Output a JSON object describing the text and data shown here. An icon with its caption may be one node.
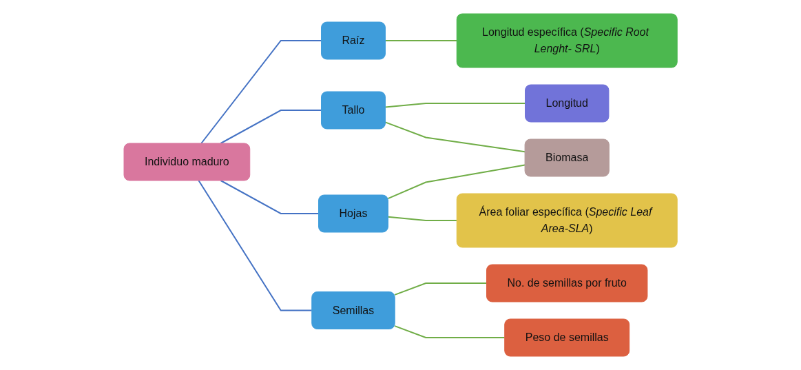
{
  "diagram": {
    "nodes": [
      {
        "text": [
          "Individuo maduro"
        ]
      },
      {
        "text": [
          "Raíz"
        ]
      },
      {
        "text": [
          "Tallo"
        ]
      },
      {
        "text": [
          "Hojas"
        ]
      },
      {
        "text": [
          "Semillas"
        ]
      },
      {
        "text": [
          "Longitud específica (*Specific Root Lenght- SRL*)"
        ]
      },
      {
        "text": [
          "Longitud"
        ]
      },
      {
        "text": [
          "Biomasa"
        ]
      },
      {
        "text": [
          "Área foliar específica (*Specific Leaf Area-SLA*)"
        ]
      },
      {
        "text": [
          "No. de semillas por fruto"
        ]
      },
      {
        "text": [
          "Peso de semillas"
        ]
      }
    ],
    "edges": [
      {
        "from": 0,
        "to": 1,
        "arrow": "none",
        "color": "#4472c4"
      },
      {
        "from": 0,
        "to": 2,
        "arrow": "none",
        "color": "#4472c4"
      },
      {
        "from": 0,
        "to": 3,
        "arrow": "none",
        "color": "#4472c4"
      },
      {
        "from": 0,
        "to": 4,
        "arrow": "none",
        "color": "#4472c4"
      },
      {
        "from": 1,
        "to": 5,
        "arrow": "none"
      },
      {
        "from": 2,
        "to": 6,
        "arrow": "none"
      },
      {
        "from": 2,
        "to": 7,
        "arrow": "none"
      },
      {
        "from": 3,
        "to": 7,
        "arrow": "none"
      },
      {
        "from": 3,
        "to": 8,
        "arrow": "none"
      },
      {
        "from": 4,
        "to": 9,
        "arrow": "none"
      },
      {
        "from": 4,
        "to": 10,
        "arrow": "none"
      }
    ]
  }
}
